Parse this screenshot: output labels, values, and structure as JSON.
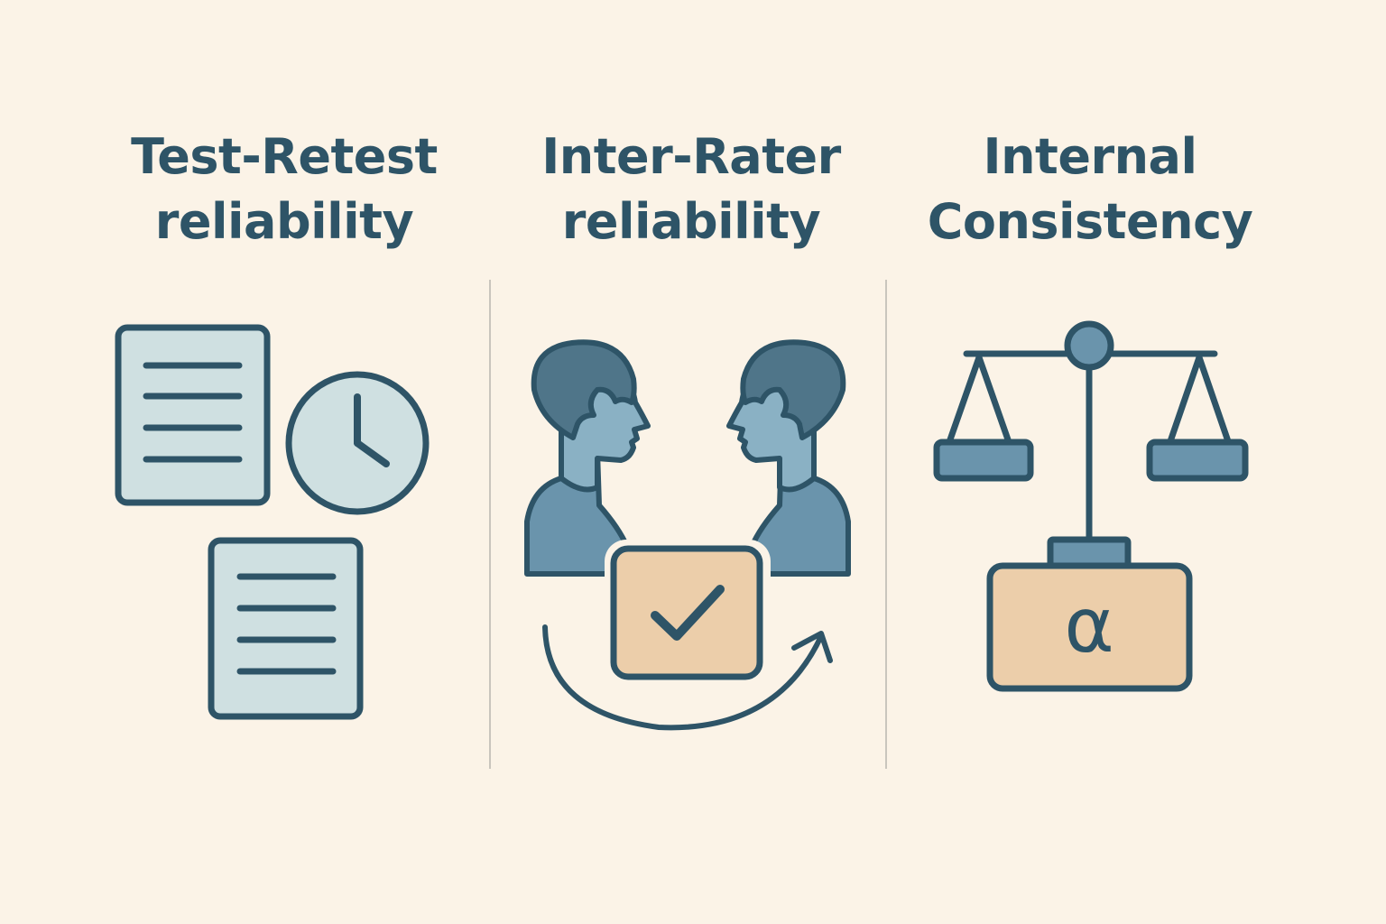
{
  "columns": [
    {
      "title_line1": "Test-Retest",
      "title_line2": "reliability",
      "icon": "document-clock-icon"
    },
    {
      "title_line1": "Inter-Rater",
      "title_line2": "reliability",
      "icon": "two-raters-icon"
    },
    {
      "title_line1": "Internal",
      "title_line2": "Consistency",
      "icon": "balance-scale-icon"
    }
  ],
  "alpha_symbol": "α",
  "colors": {
    "background": "#fbf3e7",
    "outline": "#2e5467",
    "light_blue": "#cfe0e1",
    "mid_blue": "#6a94ac",
    "head_blue": "#4f7589",
    "face_blue": "#8ab1c4",
    "peach": "#ecceaa",
    "divider": "#c9c5bd"
  }
}
